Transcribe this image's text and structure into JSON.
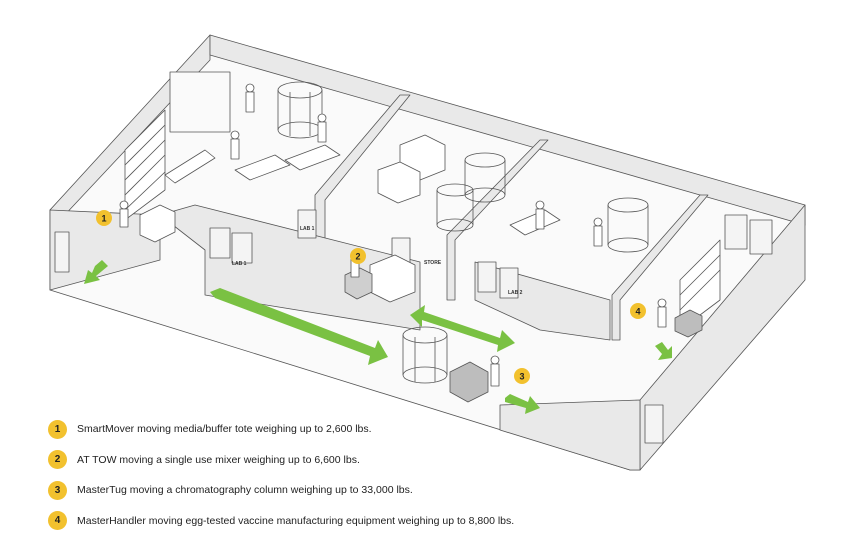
{
  "room_labels": {
    "lab1_upper": "LAB 1",
    "lab1_lower": "LAB 1",
    "store": "STORE",
    "lab2": "LAB 2"
  },
  "markers": [
    "1",
    "2",
    "3",
    "4"
  ],
  "legend": [
    {
      "number": "1",
      "text": "SmartMover moving media/buffer tote weighing up to 2,600 lbs."
    },
    {
      "number": "2",
      "text": "AT TOW moving a single use mixer weighing up to 6,600 lbs."
    },
    {
      "number": "3",
      "text": "MasterTug moving a chromatography column weighing up to 33,000 lbs."
    },
    {
      "number": "4",
      "text": "MasterHandler moving egg-tested vaccine manufacturing equipment weighing up to 8,800 lbs."
    }
  ],
  "colors": {
    "marker": "#f2c12e",
    "arrow": "#7ac143",
    "wall": "#e9e9e9",
    "outline": "#555555"
  }
}
